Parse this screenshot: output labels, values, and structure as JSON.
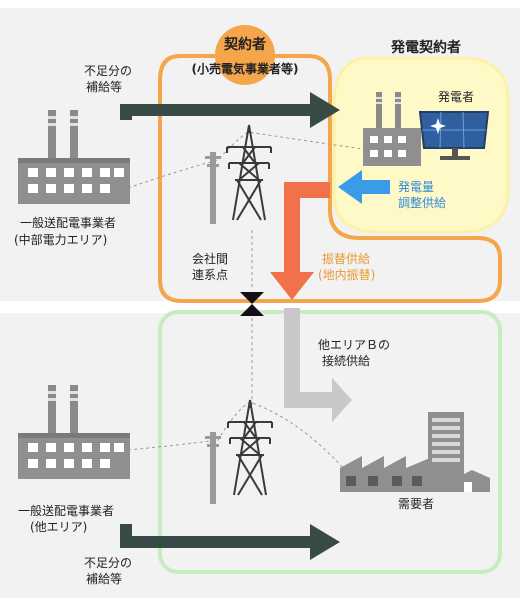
{
  "top_region": {
    "contractor_title": "契約者",
    "contractor_subtitle": "(小売電気事業者等)",
    "generation_contractor_title": "発電契約者",
    "generator_label": "発電者",
    "adjustment_supply_line1": "発電量",
    "adjustment_supply_line2": "調整供給",
    "transfer_supply_line1": "振替供給",
    "transfer_supply_line2": "(地内振替)",
    "shortage_line1": "不足分の",
    "shortage_line2": "補給等",
    "tso_line1": "一般送配電事業者",
    "tso_line2": "(中部電力エリア)",
    "interconnection_line1": "会社間",
    "interconnection_line2": "連系点"
  },
  "bottom_region": {
    "area_b_supply_line1": "他エリアＢの",
    "area_b_supply_line2": "接続供給",
    "demand_label": "需要者",
    "tso_line1": "一般送配電事業者",
    "tso_line2": "(他エリア)",
    "shortage_line1": "不足分の",
    "shortage_line2": "補給等"
  },
  "colors": {
    "orange_border": "#f5a54a",
    "orange_arrow": "#f0714a",
    "green_border": "#c6ecbf",
    "yellow_circle": "#fff9c8",
    "blue_arrow": "#3a9be8",
    "dark_arrow": "#384a45",
    "gray_arrow": "#c8c8c8",
    "panel_bg": "#f2f2f2"
  }
}
